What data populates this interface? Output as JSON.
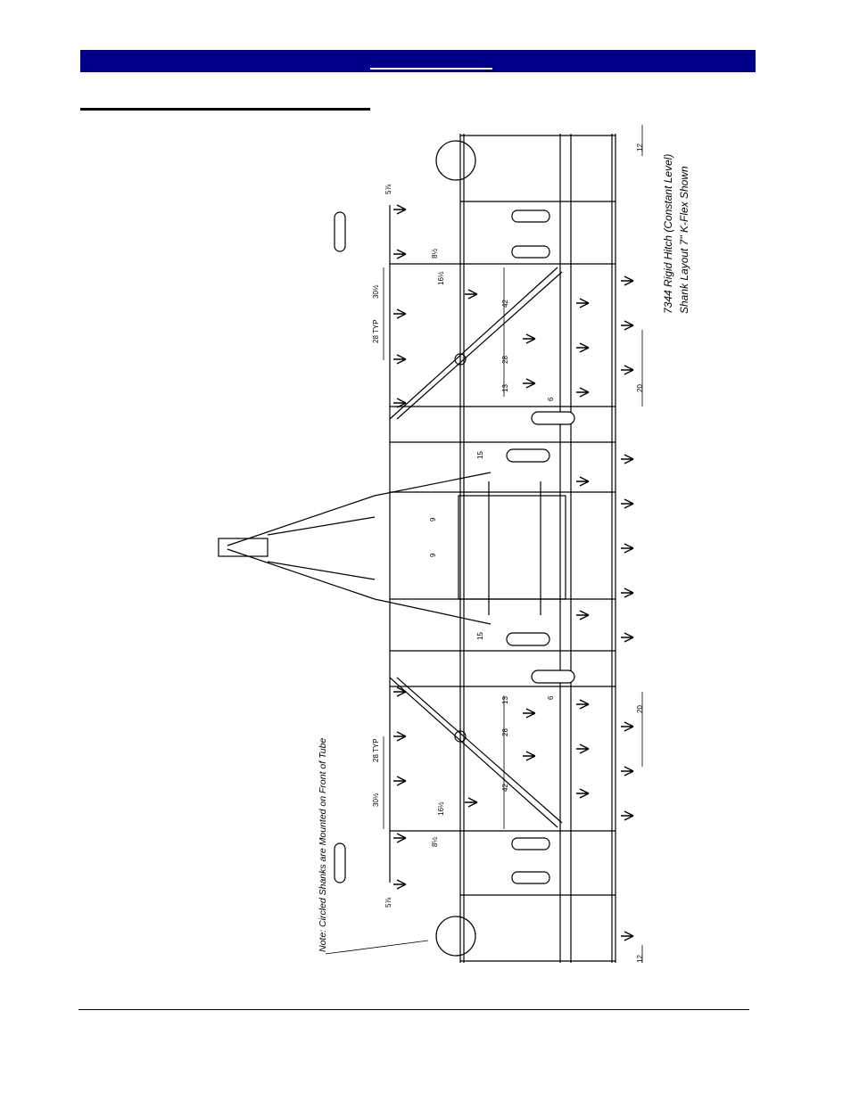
{
  "colors": {
    "header": "#00008b",
    "line": "#000000"
  },
  "title": {
    "line1": "7344 Rigid Hitch (Constant Level)",
    "line2": "Shank Layout 7\"   K-Flex Shown"
  },
  "note": "Note:  Circled Shanks are Mounted on Front of Tube",
  "dimensions": {
    "d30_top": "30½",
    "d28typ_top": "28\nTYP",
    "d16_top": "16½",
    "d8_top": "8½",
    "d42_top": "42",
    "d28_top": "28",
    "d13_top": "13",
    "d15_top": "15",
    "d9_top": "9",
    "d6_top": "6",
    "d20_top": "20",
    "d12_top": "12",
    "d5_top": "5⅞",
    "d30_bot": "30½",
    "d28typ_bot": "28\nTYP",
    "d16_bot": "16½",
    "d8_bot": "8½",
    "d42_bot": "42",
    "d28_bot": "28",
    "d13_bot": "13",
    "d15_bot": "15",
    "d9_bot": "9",
    "d6_bot": "6",
    "d20_bot": "20",
    "d12_bot": "12",
    "d5_bot": "5⅞"
  }
}
